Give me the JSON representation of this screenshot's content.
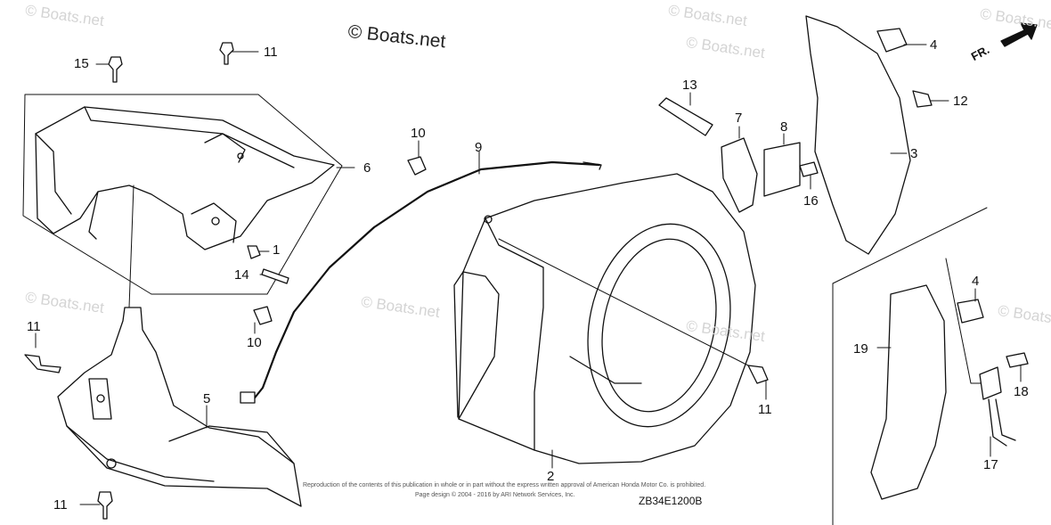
{
  "watermark": {
    "copyright": "© Boats.net",
    "text": "© Boats.net"
  },
  "orientation_label": "FR.",
  "diagram_code": "ZB34E1200B",
  "legal_text": {
    "line1": "Reproduction of the contents of this publication in whole or in part without the express written approval of American Honda Motor Co. is prohibited.",
    "line2": "Page design © 2004 - 2016 by ARI Network Services, Inc."
  },
  "callouts": {
    "c1": "1",
    "c2": "2",
    "c3": "3",
    "c4a": "4",
    "c4b": "4",
    "c5": "5",
    "c6": "6",
    "c7": "7",
    "c8": "8",
    "c9": "9",
    "c10a": "10",
    "c10b": "10",
    "c11a": "11",
    "c11b": "11",
    "c11c": "11",
    "c11d": "11",
    "c12": "12",
    "c13": "13",
    "c14": "14",
    "c15": "15",
    "c16": "16",
    "c17": "17",
    "c18": "18",
    "c19": "19"
  }
}
